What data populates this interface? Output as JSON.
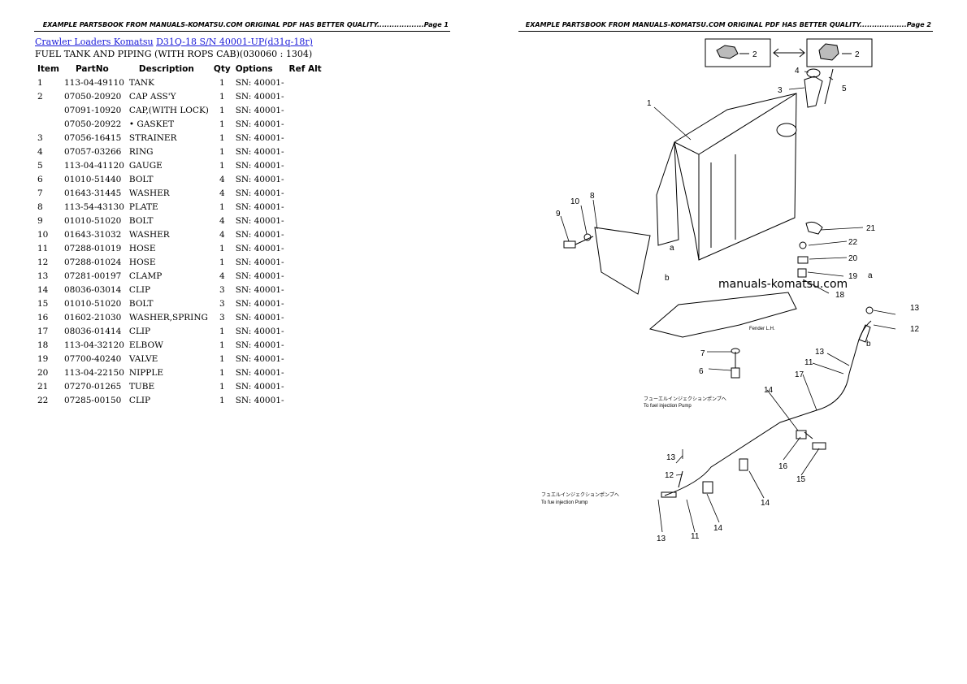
{
  "headers": {
    "left": "EXAMPLE PARTSBOOK FROM MANUALS-KOMATSU.COM ORIGINAL PDF HAS BETTER QUALITY...................Page 1",
    "right": "EXAMPLE PARTSBOOK FROM MANUALS-KOMATSU.COM ORIGINAL PDF HAS BETTER QUALITY...................Page 2"
  },
  "breadcrumb": {
    "link1": "Crawler Loaders Komatsu",
    "link2": "D31Q-18 S/N 40001-UP(d31q-18r)"
  },
  "subtitle": "FUEL TANK AND PIPING (WITH ROPS CAB)(030060 : 1304)",
  "table": {
    "columns": [
      "Item",
      "PartNo",
      "Description",
      "Qty",
      "Options",
      "Ref Alt"
    ],
    "rows": [
      {
        "item": "1",
        "part": "113-04-49110",
        "desc": "TANK",
        "qty": "1",
        "opt": "SN: 40001-"
      },
      {
        "item": "2",
        "part": "07050-20920",
        "desc": "CAP ASS'Y",
        "qty": "1",
        "opt": "SN: 40001-"
      },
      {
        "item": "",
        "part": "07091-10920",
        "desc": "CAP,(WITH LOCK)",
        "qty": "1",
        "opt": "SN: 40001-"
      },
      {
        "item": "",
        "part": "07050-20922",
        "desc": "• GASKET",
        "qty": "1",
        "opt": "SN: 40001-"
      },
      {
        "item": "3",
        "part": "07056-16415",
        "desc": "STRAINER",
        "qty": "1",
        "opt": "SN: 40001-"
      },
      {
        "item": "4",
        "part": "07057-03266",
        "desc": "RING",
        "qty": "1",
        "opt": "SN: 40001-"
      },
      {
        "item": "5",
        "part": "113-04-41120",
        "desc": "GAUGE",
        "qty": "1",
        "opt": "SN: 40001-"
      },
      {
        "item": "6",
        "part": "01010-51440",
        "desc": "BOLT",
        "qty": "4",
        "opt": "SN: 40001-"
      },
      {
        "item": "7",
        "part": "01643-31445",
        "desc": "WASHER",
        "qty": "4",
        "opt": "SN: 40001-"
      },
      {
        "item": "8",
        "part": "113-54-43130",
        "desc": "PLATE",
        "qty": "1",
        "opt": "SN: 40001-"
      },
      {
        "item": "9",
        "part": "01010-51020",
        "desc": "BOLT",
        "qty": "4",
        "opt": "SN: 40001-"
      },
      {
        "item": "10",
        "part": "01643-31032",
        "desc": "WASHER",
        "qty": "4",
        "opt": "SN: 40001-"
      },
      {
        "item": "11",
        "part": "07288-01019",
        "desc": "HOSE",
        "qty": "1",
        "opt": "SN: 40001-"
      },
      {
        "item": "12",
        "part": "07288-01024",
        "desc": "HOSE",
        "qty": "1",
        "opt": "SN: 40001-"
      },
      {
        "item": "13",
        "part": "07281-00197",
        "desc": "CLAMP",
        "qty": "4",
        "opt": "SN: 40001-"
      },
      {
        "item": "14",
        "part": "08036-03014",
        "desc": "CLIP",
        "qty": "3",
        "opt": "SN: 40001-"
      },
      {
        "item": "15",
        "part": "01010-51020",
        "desc": "BOLT",
        "qty": "3",
        "opt": "SN: 40001-"
      },
      {
        "item": "16",
        "part": "01602-21030",
        "desc": "WASHER,SPRING",
        "qty": "3",
        "opt": "SN: 40001-"
      },
      {
        "item": "17",
        "part": "08036-01414",
        "desc": "CLIP",
        "qty": "1",
        "opt": "SN: 40001-"
      },
      {
        "item": "18",
        "part": "113-04-32120",
        "desc": "ELBOW",
        "qty": "1",
        "opt": "SN: 40001-"
      },
      {
        "item": "19",
        "part": "07700-40240",
        "desc": "VALVE",
        "qty": "1",
        "opt": "SN: 40001-"
      },
      {
        "item": "20",
        "part": "113-04-22150",
        "desc": "NIPPLE",
        "qty": "1",
        "opt": "SN: 40001-"
      },
      {
        "item": "21",
        "part": "07270-01265",
        "desc": "TUBE",
        "qty": "1",
        "opt": "SN: 40001-"
      },
      {
        "item": "22",
        "part": "07285-00150",
        "desc": "CLIP",
        "qty": "1",
        "opt": "SN: 40001-"
      }
    ]
  },
  "diagram": {
    "watermark": "manuals-komatsu.com",
    "inset_label": "2",
    "callouts": {
      "c1": "1",
      "c3": "3",
      "c4": "4",
      "c5": "5",
      "c6": "6",
      "c7": "7",
      "c8": "8",
      "c9": "9",
      "c10": "10",
      "c11a": "11",
      "c11b": "11",
      "c12a": "12",
      "c12b": "12",
      "c13a": "13",
      "c13b": "13",
      "c13c": "13",
      "c13d": "13",
      "c14a": "14",
      "c14b": "14",
      "c14c": "14",
      "c15": "15",
      "c16": "16",
      "c17": "17",
      "c18": "18",
      "c19": "19",
      "c20": "20",
      "c21": "21",
      "c22": "22",
      "a1": "a",
      "a2": "a",
      "b1": "b",
      "b2": "b"
    },
    "pump_label_top": "To fuel injection Pump",
    "pump_label_left": "To fue injection Pump",
    "jp_top": "フューエルインジェクションポンプへ",
    "jp_left": "フュエルインジェクションポンプへ",
    "fender_label": "Fender L.H."
  }
}
